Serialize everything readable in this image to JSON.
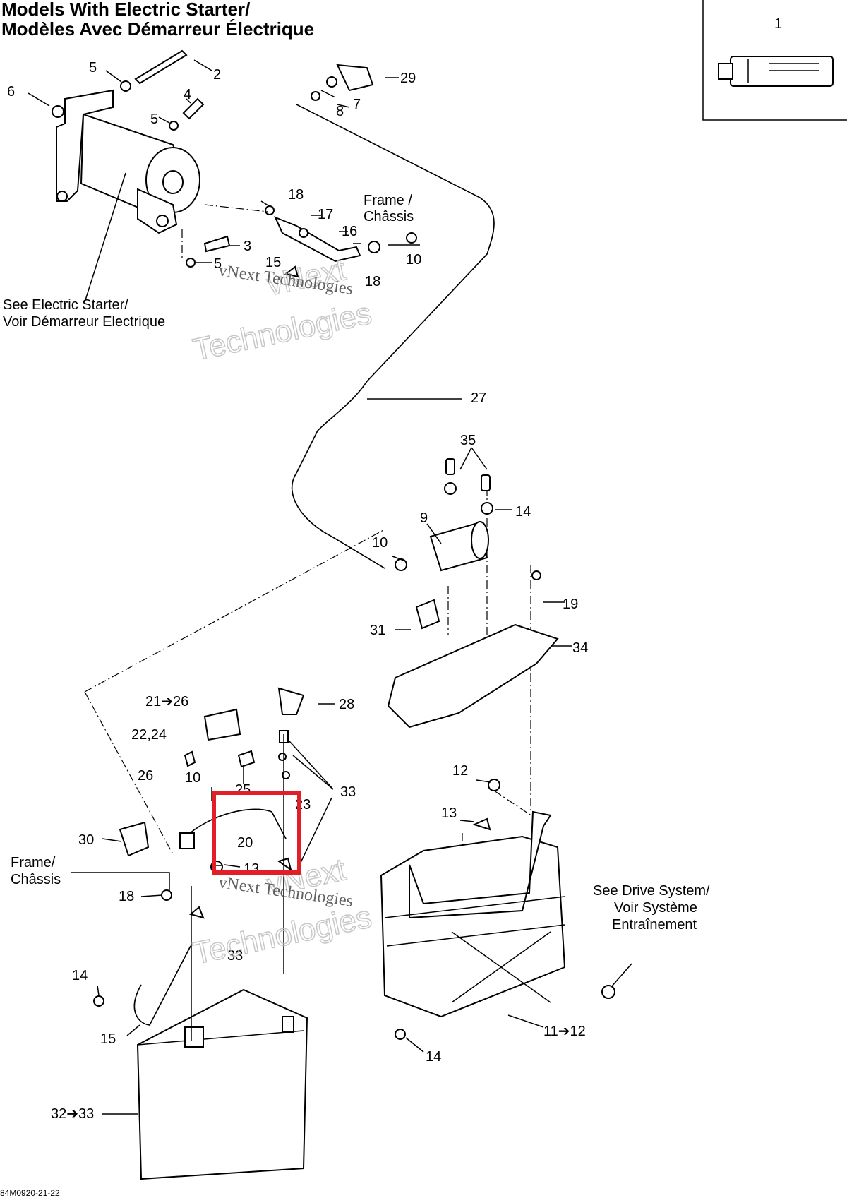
{
  "title": {
    "line1": "Models With Electric Starter/",
    "line2": "Modèles Avec Démarreur Électrique"
  },
  "captions": {
    "electric_starter_1": "See Electric Starter/",
    "electric_starter_2": "Voir Démarreur Electrique",
    "frame_top_1": "Frame /",
    "frame_top_2": "Châssis",
    "frame_bottom_1": "Frame/",
    "frame_bottom_2": "Châssis",
    "drive_1": "See Drive System/",
    "drive_2": "Voir Système",
    "drive_3": "Entraînement"
  },
  "callouts": [
    "1",
    "2",
    "3",
    "4",
    "5",
    "5",
    "5",
    "6",
    "7",
    "8",
    "9",
    "10",
    "10",
    "14",
    "14",
    "14",
    "15",
    "15",
    "16",
    "17",
    "18",
    "18",
    "18",
    "19",
    "20",
    "21➔26",
    "22,24",
    "23",
    "25",
    "26",
    "27",
    "28",
    "29",
    "30",
    "31",
    "32➔33",
    "33",
    "33",
    "34",
    "35",
    "10",
    "11➔12",
    "12",
    "13",
    "13"
  ],
  "watermark": {
    "text": "vNext Technologies",
    "big_1": "vNext",
    "big_2": "Technologies"
  },
  "highlight": {
    "part": "20",
    "color": "#e21f26"
  },
  "drawing_code": "84M0920-21-22"
}
